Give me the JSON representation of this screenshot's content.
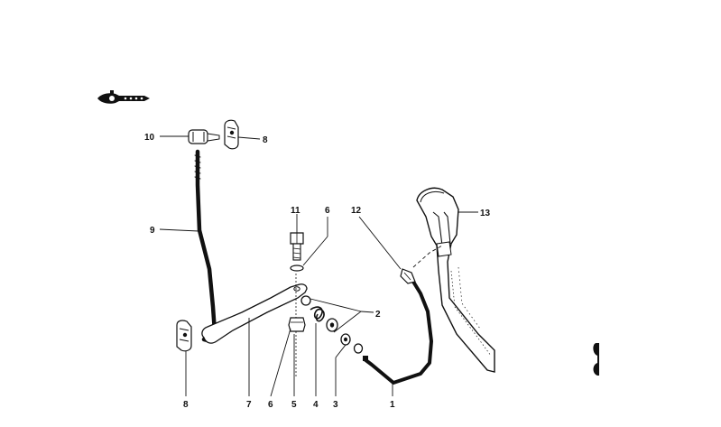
{
  "callouts": {
    "c1": "1",
    "c2": "2",
    "c3": "3",
    "c4": "4",
    "c5": "5",
    "c6a": "6",
    "c6b": "6",
    "c7": "7",
    "c8a": "8",
    "c8b": "8",
    "c9": "9",
    "c10": "10",
    "c11": "11",
    "c12": "12",
    "c13": "13"
  },
  "icons": {
    "header": "key-with-pointer-icon",
    "margin": "page-edge-mark-icon"
  }
}
